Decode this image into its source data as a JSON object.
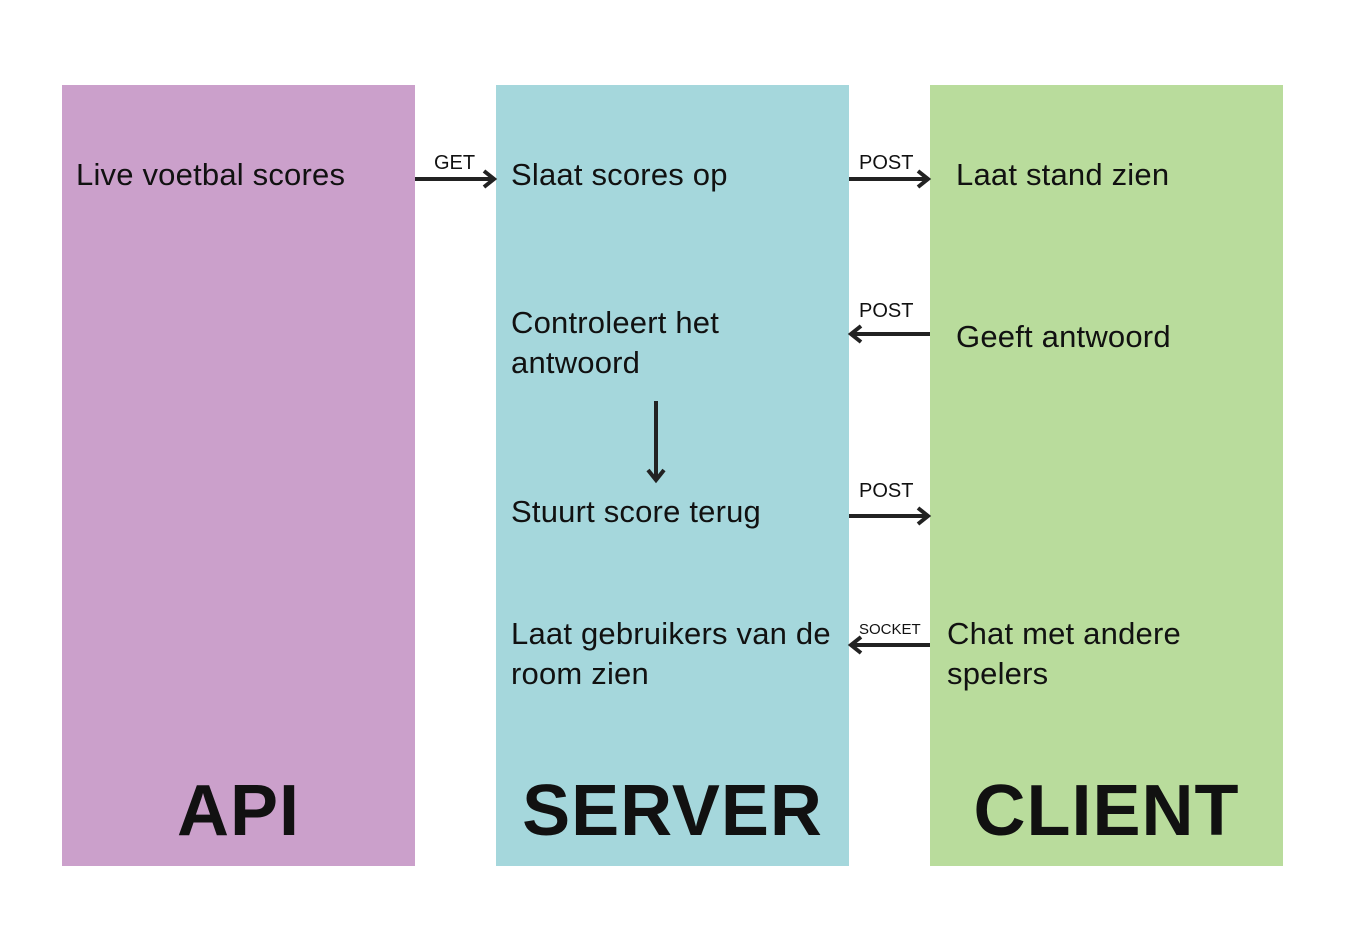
{
  "columns": {
    "api": {
      "color": "#cba0cb",
      "title": "API",
      "items": [
        "Live voetbal scores"
      ]
    },
    "server": {
      "color": "#a5d7dc",
      "title": "SERVER",
      "items": [
        "Slaat scores op",
        "Controleert het antwoord",
        "Stuurt score terug",
        "Laat gebruikers van de room zien"
      ]
    },
    "client": {
      "color": "#b9dc9c",
      "title": "CLIENT",
      "items": [
        "Laat stand zien",
        "Geeft antwoord",
        "Chat met andere spelers"
      ]
    }
  },
  "edges": [
    {
      "from": "api",
      "to": "server",
      "label": "GET"
    },
    {
      "from": "server",
      "to": "client",
      "label": "POST"
    },
    {
      "from": "client",
      "to": "server",
      "label": "POST"
    },
    {
      "from": "server",
      "to": "server",
      "label": ""
    },
    {
      "from": "server",
      "to": "client",
      "label": "POST"
    },
    {
      "from": "client",
      "to": "server",
      "label": "SOCKET"
    }
  ]
}
